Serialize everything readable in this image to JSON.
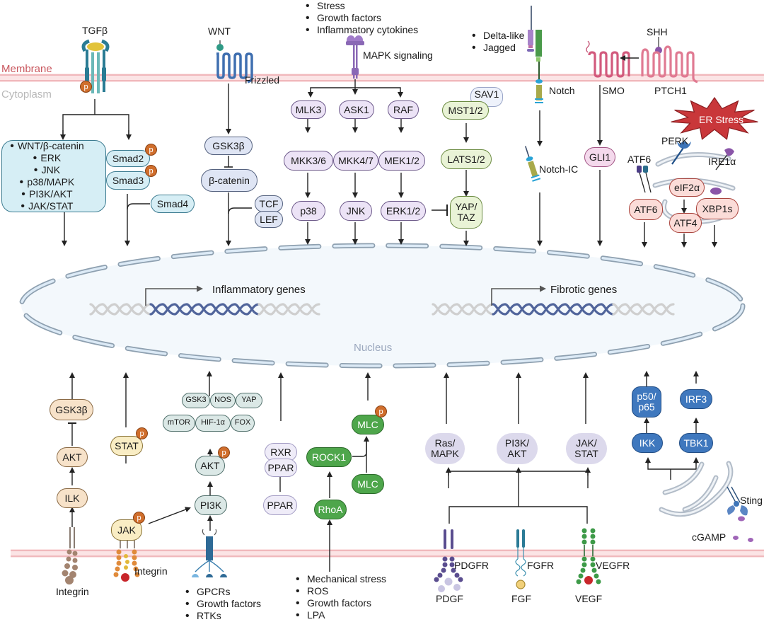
{
  "regions": {
    "membrane": "Membrane",
    "cytoplasm": "Cytoplasm",
    "nucleus": "Nucleus"
  },
  "genes": {
    "inflammatory": "Inflammatory genes",
    "fibrotic": "Fibrotic genes"
  },
  "phospho_label": "p",
  "tgfb": {
    "ligand": "TGFβ",
    "crosstalk": [
      "WNT/β-catenin",
      "ERK",
      "JNK",
      "p38/MAPK",
      "PI3K/AKT",
      "JAK/STAT"
    ],
    "smad2": "Smad2",
    "smad3": "Smad3",
    "smad4": "Smad4"
  },
  "wnt": {
    "ligand": "WNT",
    "receptor": "Frizzled",
    "gsk3b": "GSK3β",
    "bcatenin": "β-catenin",
    "tcf": "TCF",
    "lef": "LEF"
  },
  "mapk": {
    "stimuli": [
      "Stress",
      "Growth factors",
      "Inflammatory cytokines"
    ],
    "label": "MAPK signaling",
    "tier1": [
      "MLK3",
      "ASK1",
      "RAF"
    ],
    "tier2": [
      "MKK3/6",
      "MKK4/7",
      "MEK1/2"
    ],
    "tier3": [
      "p38",
      "JNK",
      "ERK1/2"
    ]
  },
  "hippo": {
    "sav1": "SAV1",
    "mst": "MST1/2",
    "lats": "LATS1/2",
    "yap_l1": "YAP/",
    "yap_l2": "TAZ"
  },
  "notch": {
    "ligands": [
      "Delta-like",
      "Jagged"
    ],
    "receptor": "Notch",
    "nicd": "Notch-IC"
  },
  "hedgehog": {
    "ligand": "SHH",
    "smo": "SMO",
    "ptch": "PTCH1",
    "gli": "GLI1"
  },
  "er_stress": {
    "title": "ER Stress",
    "perk": "PERK",
    "atf6_sensor": "ATF6",
    "ire1": "IRE1α",
    "eif2a": "eIF2α",
    "atf6": "ATF6",
    "atf4": "ATF4",
    "xbp1s": "XBP1s"
  },
  "integrin_ilk": {
    "gsk3b": "GSK3β",
    "akt": "AKT",
    "ilk": "ILK",
    "receptor": "Integrin"
  },
  "jak_stat": {
    "stat": "STAT",
    "jak": "JAK",
    "receptor": "Integrin"
  },
  "pi3k": {
    "targets_row1": [
      "GSK3",
      "NOS",
      "YAP"
    ],
    "targets_row2": [
      "mTOR",
      "HIF-1α",
      "FOX"
    ],
    "akt": "AKT",
    "pi3k": "PI3K",
    "inputs": [
      "GPCRs",
      "Growth factors",
      "RTKs"
    ]
  },
  "ppar": {
    "rxr": "RXR",
    "ppar_complex": "PPAR",
    "ppar": "PPAR"
  },
  "rho": {
    "mlc_p": "MLC",
    "rock1": "ROCK1",
    "mlc": "MLC",
    "rhoa": "RhoA",
    "inputs": [
      "Mechanical stress",
      "ROS",
      "Growth factors",
      "LPA"
    ]
  },
  "rtk": {
    "effectors": [
      {
        "l1": "Ras/",
        "l2": "MAPK"
      },
      {
        "l1": "PI3K/",
        "l2": "AKT"
      },
      {
        "l1": "JAK/",
        "l2": "STAT"
      }
    ],
    "receptors": [
      "PDGFR",
      "FGFR",
      "VEGFR"
    ],
    "ligands": [
      "PDGF",
      "FGF",
      "VEGF"
    ]
  },
  "sting": {
    "p50_l1": "p50/",
    "p50_l2": "p65",
    "irf3": "IRF3",
    "ikk": "IKK",
    "tbk1": "TBK1",
    "sting": "Sting",
    "cgamp": "cGAMP"
  },
  "colors": {
    "membrane": "#f3c6c9",
    "membrane_label": "#c9575e",
    "cytoplasm_label": "#b8b8b8",
    "nucleus_fill": "#f3f8fc",
    "nucleus_dash": "#8ea0b0",
    "nucleus_label": "#9aa7bd",
    "dna_active": "#51659b",
    "dna_inactive": "#cfcfcf",
    "er_star": "#c9373a"
  }
}
